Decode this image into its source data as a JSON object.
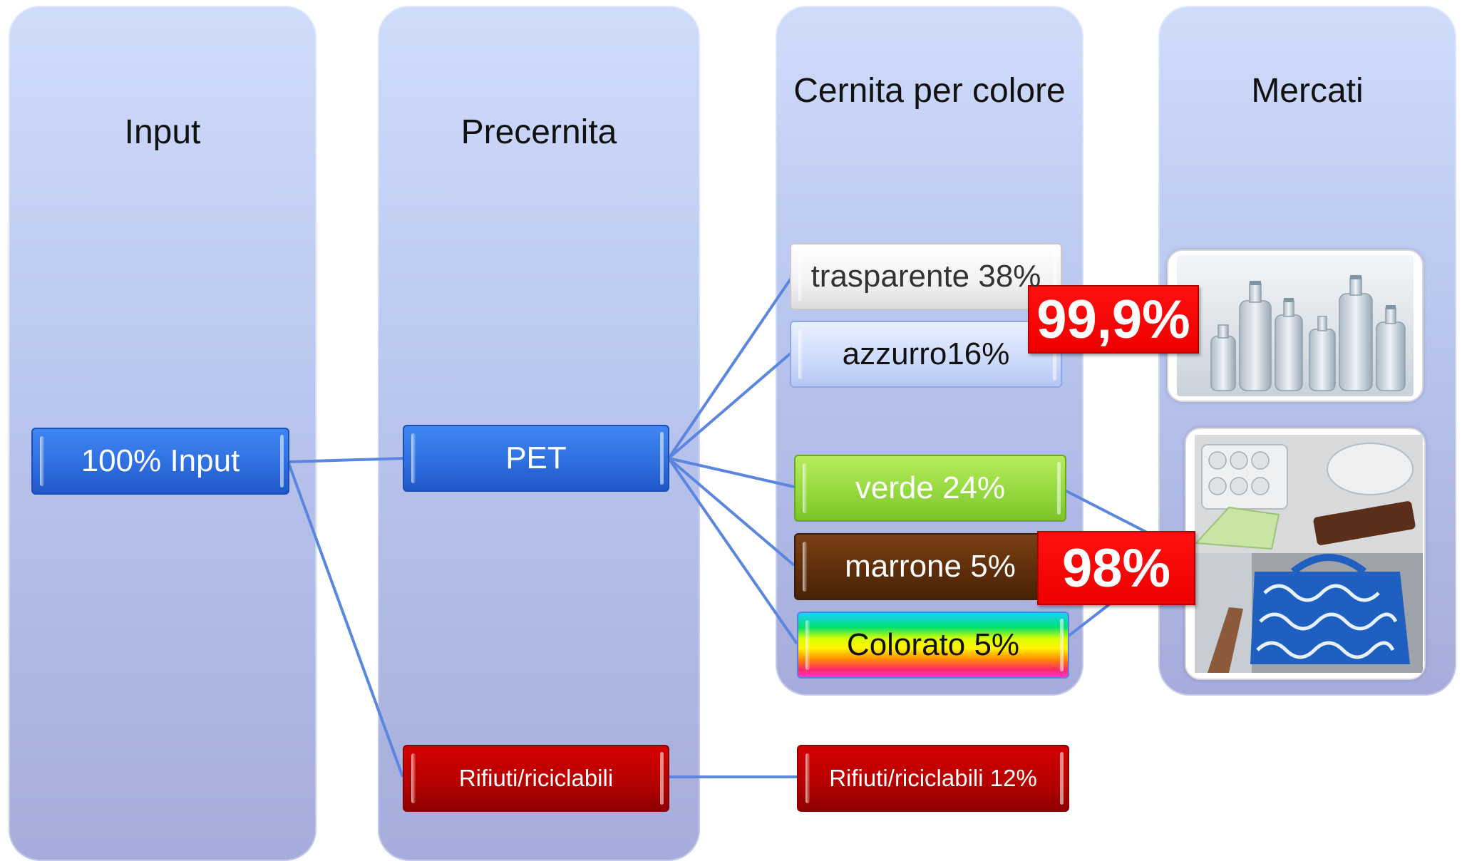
{
  "columns": {
    "input": "Input",
    "precernita": "Precernita",
    "cernita": "Cernita per colore",
    "mercati": "Mercati"
  },
  "nodes": {
    "input": "100% Input",
    "pet": "PET",
    "rifiuti_pre": "Rifiuti/riciclabili",
    "trasparente": "trasparente 38%",
    "azzurro": "azzurro16%",
    "verde": "verde 24%",
    "marrone": "marrone 5%",
    "colorato": "Colorato 5%",
    "rifiuti_cernita": "Rifiuti/riciclabili 12%"
  },
  "badges": {
    "top": "99,9%",
    "bottom": "98%"
  },
  "images": {
    "top": "bottles-image",
    "bottom": "trays-and-bag-image"
  },
  "colors": {
    "connector": "#5b86e0",
    "blue_node": "#2f6fe0",
    "red_node": "#b40000",
    "badge": "#ee0000"
  }
}
